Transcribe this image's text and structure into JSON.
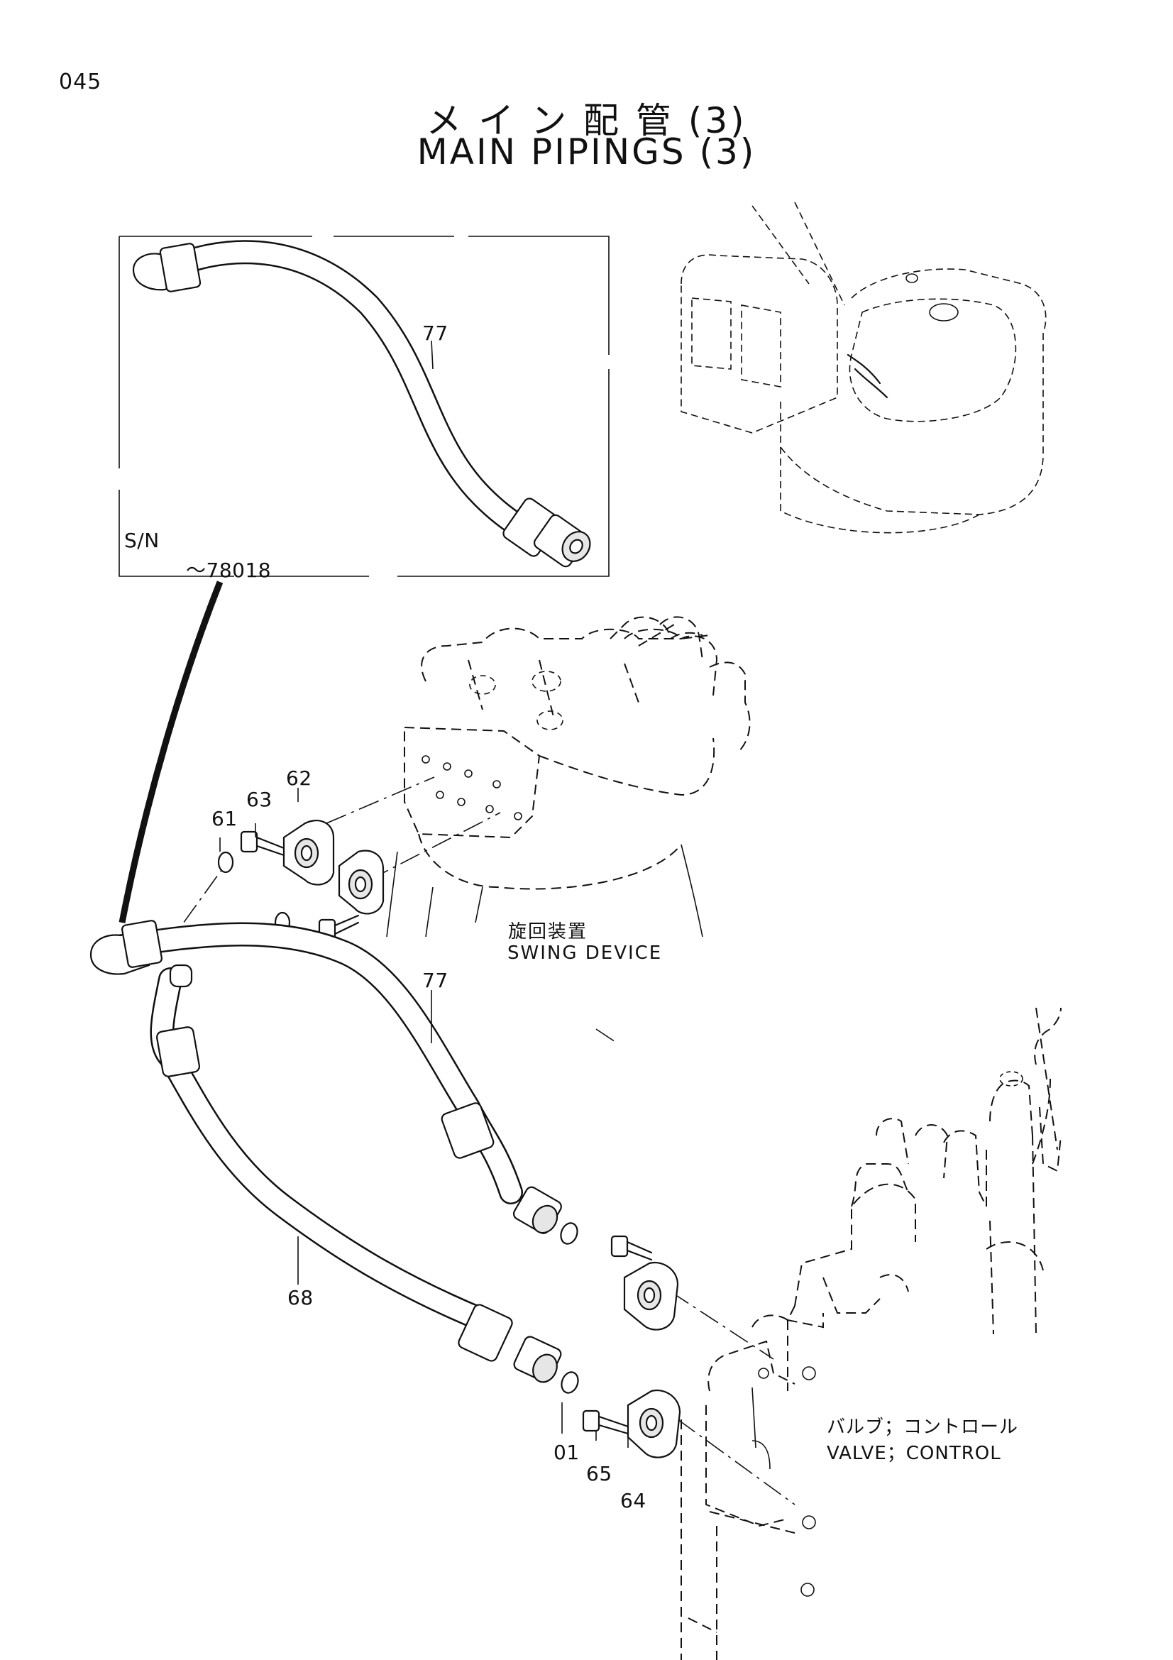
{
  "page_number": "045",
  "title_ja": "メ イ ン 配 管  (3)",
  "title_en": "MAIN  PIPINGS  (3)",
  "inset": {
    "serial_label": "S/N",
    "serial_range": "～78018",
    "part_label": "77"
  },
  "callouts": {
    "c77_lower": "77",
    "c68": "68",
    "c62": "62",
    "c63": "63",
    "c61": "61",
    "c01": "01",
    "c65": "65",
    "c64": "64"
  },
  "captions": {
    "swing_ja": "旋回装置",
    "swing_en": "SWING  DEVICE",
    "valve_ja": "バルブ；コントロール",
    "valve_en": "VALVE；CONTROL"
  },
  "icons": [
    "excavator-overview-icon",
    "hose-icon",
    "flange-icon",
    "bolt-icon",
    "o-ring-icon"
  ]
}
